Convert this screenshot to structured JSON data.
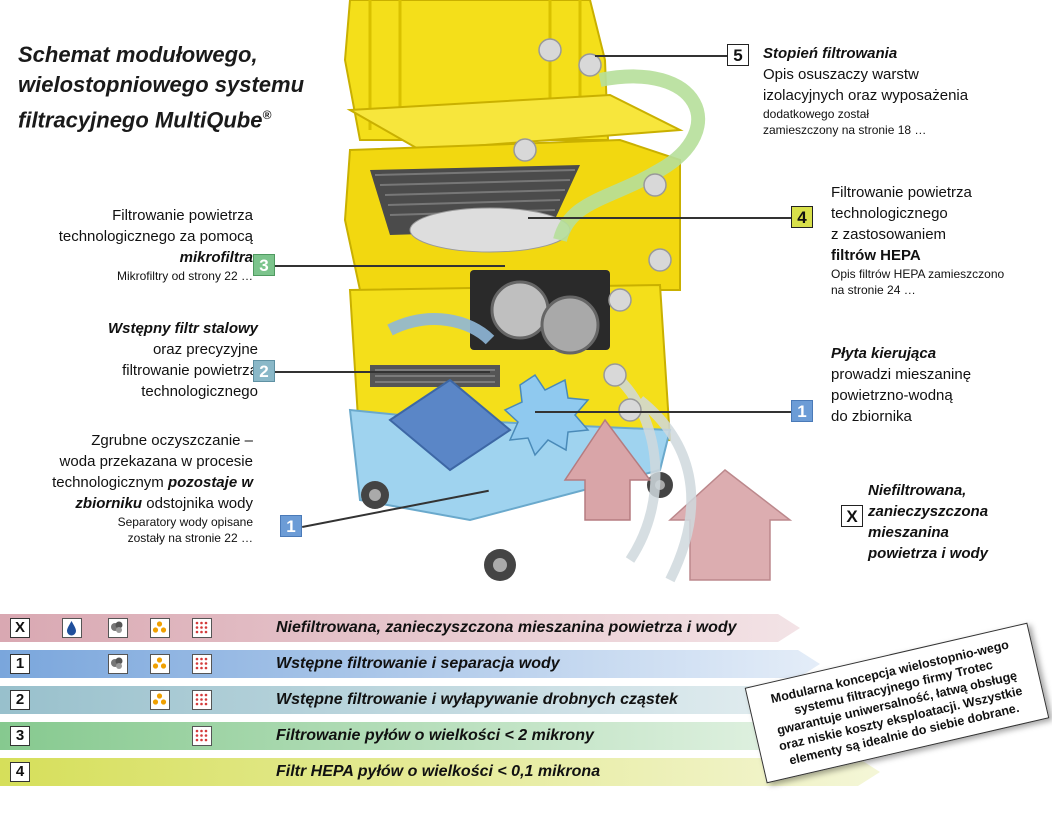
{
  "title": {
    "line1": "Schemat modułowego,",
    "line2": "wielostopniowego systemu",
    "line3": "filtracyjnego MultiQube",
    "reg": "®"
  },
  "left_labels": {
    "micro": {
      "l1": "Filtrowanie powietrza",
      "l2": "technologicznego za pomocą",
      "l3": "mikrofiltra",
      "small": "Mikrofiltry od strony 22 …"
    },
    "steel": {
      "l1": "Wstępny filtr stalowy",
      "l2": "oraz precyzyjne",
      "l3": "filtrowanie powietrza",
      "l4": "technologicznego"
    },
    "coarse": {
      "l1": "Zgrubne oczyszczanie –",
      "l2": "woda przekazana w procesie",
      "l3a": "technologicznym ",
      "l3b": "pozostaje w",
      "l4a": "zbiorniku",
      "l4b": " odstojnika wody",
      "s1": "Separatory wody opisane",
      "s2": "zostały na stronie 22 …"
    }
  },
  "right_labels": {
    "stage5": {
      "l1": "Stopień filtrowania",
      "l2": "Opis osuszaczy warstw",
      "l3": "izolacyjnych oraz wyposażenia",
      "s1": "dodatkowego został",
      "s2": "zamieszczony na stronie 18 …"
    },
    "hepa": {
      "l1": "Filtrowanie powietrza",
      "l2": "technologicznego",
      "l3": "z zastosowaniem",
      "l4": "filtrów HEPA",
      "s1": "Opis filtrów HEPA zamieszczono",
      "s2": "na stronie 24 …"
    },
    "plate": {
      "l1": "Płyta kierująca",
      "l2": "prowadzi mieszaninę",
      "l3": "powietrzno-wodną",
      "l4": "do zbiornika"
    },
    "unfiltered": {
      "l1": "Niefiltrowana,",
      "l2": "zanieczyszczona",
      "l3": "mieszanina",
      "l4": "powietrza i wody"
    }
  },
  "markers": {
    "one": "1",
    "two": "2",
    "three": "3",
    "four": "4",
    "five": "5",
    "x": "X"
  },
  "legend": [
    {
      "key": "X",
      "text": "Niefiltrowana, zanieczyszczona mieszanina powietrza i wody",
      "color": "#d9a8b2"
    },
    {
      "key": "1",
      "text": "Wstępne filtrowanie i separacja wody",
      "color": "#7aa6dc"
    },
    {
      "key": "2",
      "text": "Wstępne filtrowanie i wyłapywanie drobnych cząstek",
      "color": "#98c0cc"
    },
    {
      "key": "3",
      "text": "Filtrowanie pyłów o wielkości < 2 mikrony",
      "color": "#86c98f"
    },
    {
      "key": "4",
      "text": "Filtr HEPA pyłów o wielkości < 0,1 mikrona",
      "color": "#d6df5a"
    }
  ],
  "note": {
    "text": "Modularna koncepcja wielostopnio-wego systemu filtracyjnego firmy Trotec gwarantuje uniwersalność, łatwą obsługę oraz niskie koszty eksploatacji. Wszystkie elementy są idealnie do siebie dobrane."
  },
  "colors": {
    "yellow": "#f4df1a",
    "yellow_dark": "#c9b000",
    "water": "#9fd3ef",
    "arrow_pink": "#d9a5a8",
    "arrow_green": "#b6df9a",
    "arrow_blue": "#8fb7d8"
  },
  "icons": [
    "x-icon",
    "water-drop-icon",
    "dirt-clump-icon",
    "particles-icon",
    "fine-dust-icon"
  ]
}
